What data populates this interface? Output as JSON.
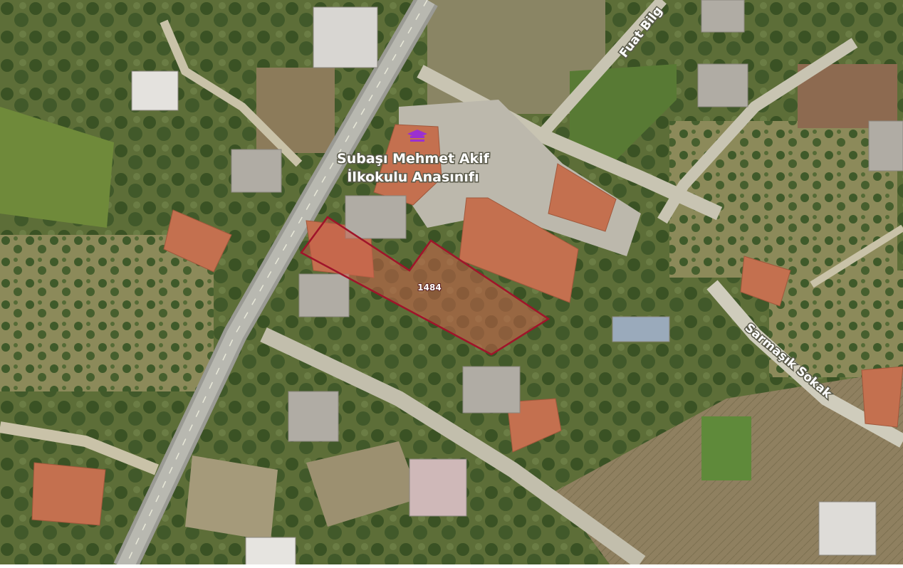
{
  "map": {
    "type": "satellite",
    "colors": {
      "parcel_stroke": "#a0142a",
      "parcel_fill": "#c8624a",
      "school_icon": "#9b30d0"
    }
  },
  "poi": {
    "name_line1": "Subaşı Mehmet Akif",
    "name_line2": "İlkokulu Anasınıfı",
    "icon": "school-icon"
  },
  "parcel": {
    "number": "1484"
  },
  "streets": {
    "fuat": "Fuat Bilg",
    "sarmasik": "Sarmaşık Sokak"
  }
}
